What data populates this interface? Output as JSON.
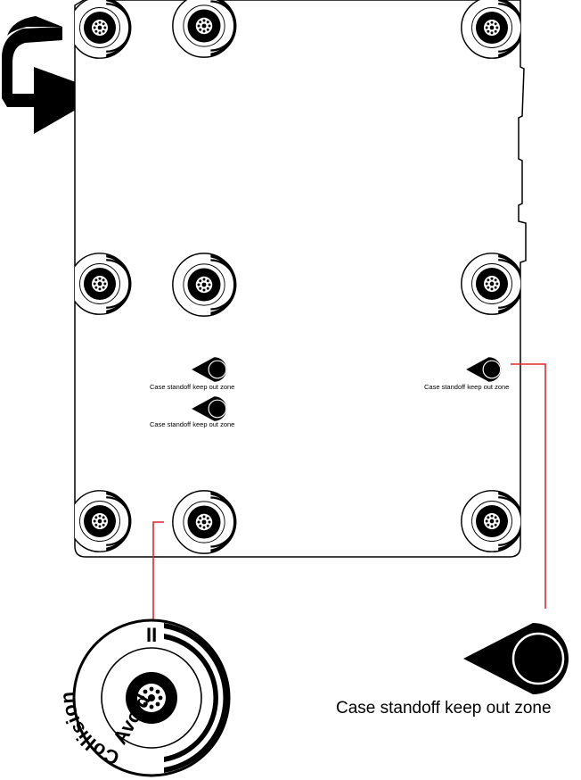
{
  "colors": {
    "background": "#ffffff",
    "ink": "#000000",
    "callout_line": "#e3262d"
  },
  "icons": {
    "rotate": "rotate-arrow-icon",
    "avoid_collision": "avoid-collision-mark-icon",
    "standoff": "standoff-keepout-icon"
  },
  "avoid_collision_logo": {
    "word_1": "Avoid",
    "word_2": "Collision",
    "bars": "II"
  },
  "standoff_labels": {
    "left_upper": "Case standoff keep out zone",
    "left_lower": "Case standoff keep out zone",
    "right": "Case standoff keep out zone",
    "legend": "Case standoff keep out zone"
  }
}
